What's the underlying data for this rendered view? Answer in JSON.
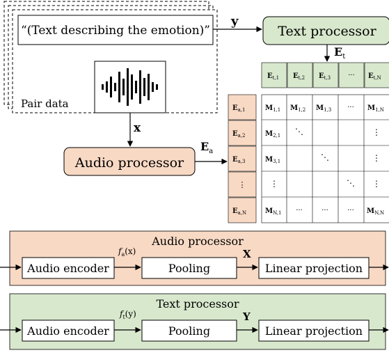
{
  "pair": {
    "caption": "“(Text describing the emotion)”",
    "label": "Pair data",
    "x_var": "x",
    "y_var": "y"
  },
  "top": {
    "text_processor": "Text processor",
    "audio_processor": "Audio processor",
    "Et": "E",
    "Et_sub": "t",
    "Ea": "E",
    "Ea_sub": "a"
  },
  "text_row": [
    "E",
    "E",
    "E",
    "···",
    "E"
  ],
  "text_row_sub": [
    "t,1",
    "t,2",
    "t,3",
    "",
    "t,N"
  ],
  "audio_col": [
    "E",
    "E",
    "E",
    "⋮",
    "E"
  ],
  "audio_col_sub": [
    "a,1",
    "a,2",
    "a,3",
    "",
    "a,N"
  ],
  "matrix": {
    "r1": [
      "M",
      "M",
      "M",
      "···",
      "M"
    ],
    "r1_sub": [
      "1,1",
      "1,2",
      "1,3",
      "",
      "1,N"
    ],
    "r2": [
      "M",
      "⋱",
      "",
      "",
      "⋮"
    ],
    "r2_sub": [
      "2,1",
      "",
      "",
      "",
      ""
    ],
    "r3": [
      "M",
      "",
      "⋱",
      "",
      "⋮"
    ],
    "r3_sub": [
      "3,1",
      "",
      "",
      "",
      ""
    ],
    "r4": [
      "⋮",
      "",
      "",
      "⋱",
      "⋮"
    ],
    "r5": [
      "M",
      "···",
      "···",
      "···",
      "M"
    ],
    "r5_sub": [
      "N,1",
      "",
      "",
      "",
      "N,N"
    ]
  },
  "audio_panel": {
    "title": "Audio processor",
    "encoder": "Audio encoder",
    "pooling": "Pooling",
    "projection": "Linear projection",
    "f_label": "f",
    "f_sub": "a",
    "f_arg": "(x)",
    "out_var": "X"
  },
  "text_panel": {
    "title": "Text processor",
    "encoder": "Audio encoder",
    "pooling": "Pooling",
    "projection": "Linear projection",
    "f_label": "f",
    "f_sub": "t",
    "f_arg": "(y)",
    "out_var": "Y"
  },
  "colors": {
    "audio_fill": "#f8d9c4",
    "text_fill": "#d8e8cd",
    "stroke": "#222222"
  }
}
